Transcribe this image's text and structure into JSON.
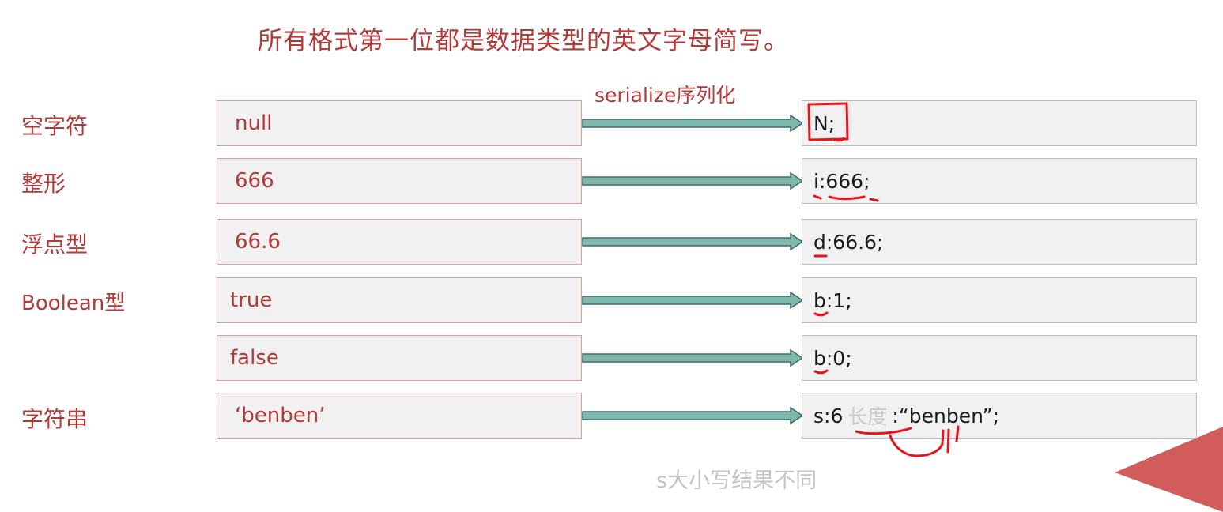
{
  "title": "所有格式第一位都是数据类型的英文字母简写。",
  "serialize_label": "serialize序列化",
  "rows": [
    {
      "label": "空字符",
      "input": "null",
      "output": "N;"
    },
    {
      "label": "整形",
      "input": "666",
      "output": "i:666;"
    },
    {
      "label": "浮点型",
      "input": "66.6",
      "output": "d:66.6;"
    },
    {
      "label": "Boolean型",
      "input": "true",
      "output": "b:1;"
    },
    {
      "label": "",
      "input": "false",
      "output": "b:0;"
    },
    {
      "label": "字符串",
      "input": "‘benben’",
      "output_prefix": "s:6",
      "output_note": "长度",
      "output_suffix": ":“benben”;"
    }
  ],
  "footer_note": "s大小写结果不同",
  "colors": {
    "accent_red": "#b23a38",
    "arrow_fill": "#7fb8ad",
    "arrow_stroke": "#3c6e66",
    "ink_red": "#e8141c",
    "corner": "#d25c5c"
  }
}
